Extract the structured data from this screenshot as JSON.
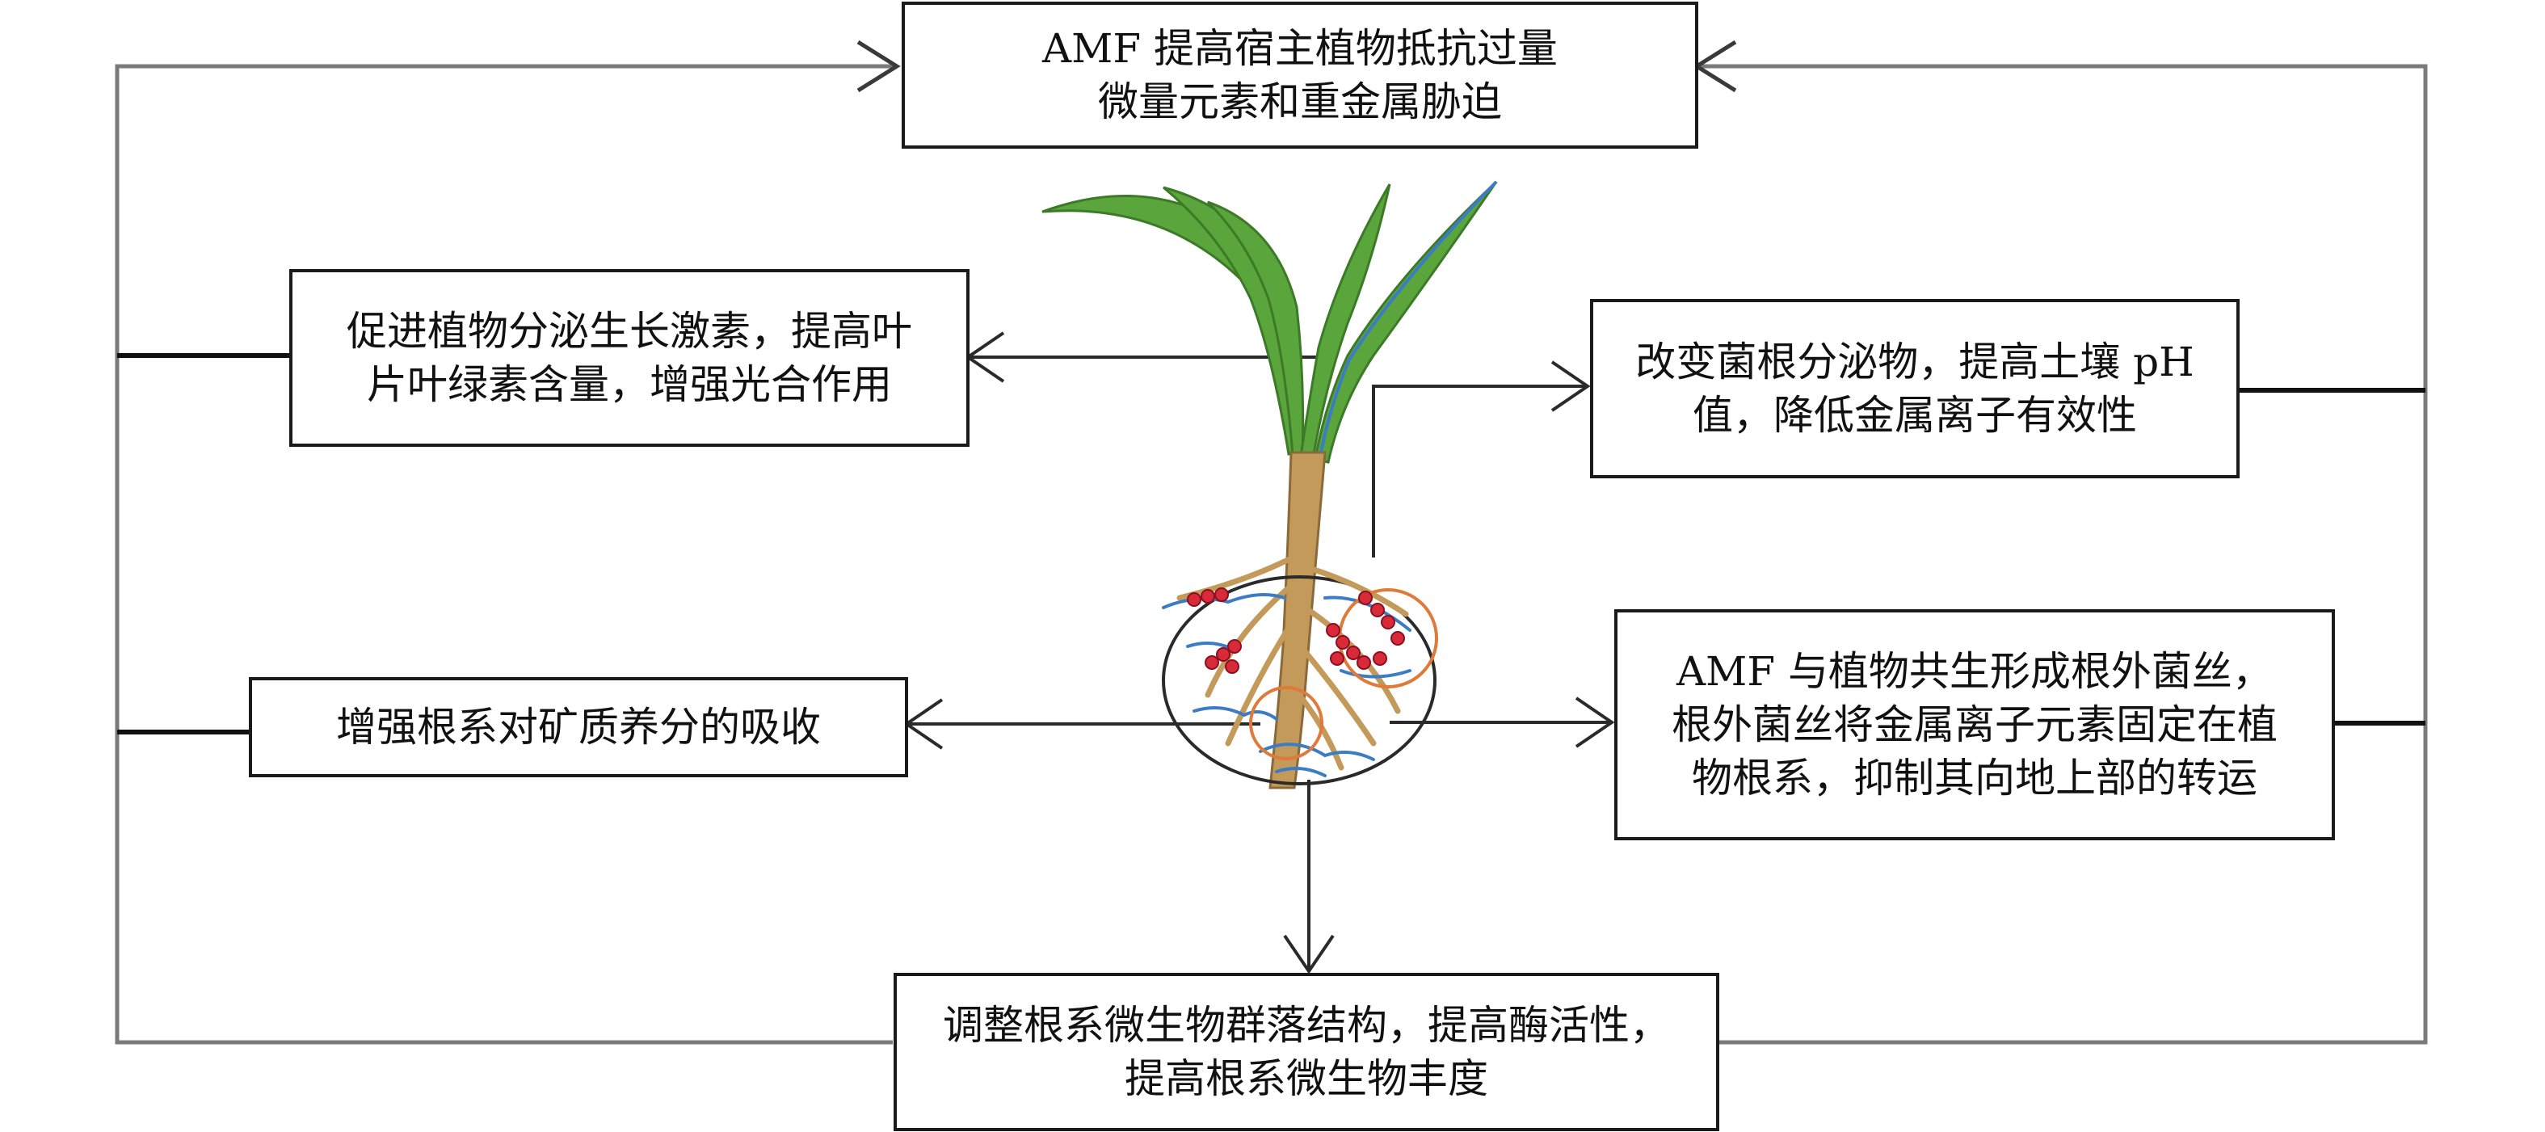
{
  "boxes": {
    "top": {
      "lines": [
        "AMF 提高宿主植物抵抗过量",
        "微量元素和重金属胁迫"
      ]
    },
    "left_upper": {
      "lines": [
        "促进植物分泌生长激素，提高叶",
        "片叶绿素含量，增强光合作用"
      ]
    },
    "right_upper": {
      "lines": [
        "改变菌根分泌物，提高土壤 pH",
        "值，降低金属离子有效性"
      ]
    },
    "left_lower": {
      "lines": [
        "增强根系对矿质养分的吸收"
      ]
    },
    "right_lower": {
      "lines": [
        "AMF 与植物共生形成根外菌丝，",
        "根外菌丝将金属离子元素固定在植",
        "物根系，抑制其向地上部的转运"
      ]
    },
    "bottom": {
      "lines": [
        "调整根系微生物群落结构，提高酶活性，",
        "提高根系微生物丰度"
      ]
    }
  },
  "colors": {
    "frame": "#7a7a7a",
    "box_border": "#1a1a1a",
    "leaf": "#5aa53c",
    "stem": "#c49a5a",
    "root": "#c49a5a",
    "hyphae": "#3b7cc4",
    "spore": "#d92a3a",
    "ring": "#e07a3a"
  },
  "icons": {
    "plant": "plant-with-mycorrhizal-roots-illustration"
  }
}
